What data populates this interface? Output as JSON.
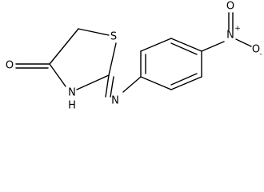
{
  "structure": {
    "atoms": {
      "S": "S",
      "N_ring": "N",
      "H_ring": "H",
      "O_carbonyl": "O",
      "N_imine": "N",
      "N_nitro": "N",
      "nitro_plus": "+",
      "O_nitro_top": "O",
      "O_nitro_right": "O",
      "nitro_minus": "-"
    }
  }
}
